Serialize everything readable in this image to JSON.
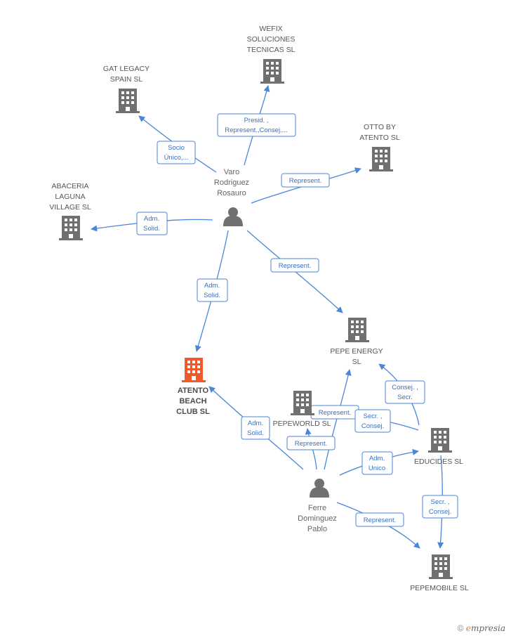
{
  "colors": {
    "edge": "#4a86d8",
    "company": "#707070",
    "focus_company": "#f05a2a",
    "person": "#707070"
  },
  "companies": [
    {
      "id": "wefix",
      "lines": [
        "WEFIX",
        "SOLUCIONES",
        "TECNICAS  SL"
      ],
      "icon": "building-icon",
      "focus": false
    },
    {
      "id": "gat",
      "lines": [
        "GAT LEGACY",
        "SPAIN  SL"
      ],
      "icon": "building-icon",
      "focus": false
    },
    {
      "id": "otto",
      "lines": [
        "OTTO BY",
        "ATENTO  SL"
      ],
      "icon": "building-icon",
      "focus": false
    },
    {
      "id": "abaceria",
      "lines": [
        "ABACERIA",
        "LAGUNA",
        "VILLAGE SL"
      ],
      "icon": "building-icon",
      "focus": false
    },
    {
      "id": "pepeenergy",
      "lines": [
        "PEPE ENERGY",
        "SL"
      ],
      "icon": "building-icon",
      "focus": false
    },
    {
      "id": "atento",
      "lines": [
        "ATENTO",
        "BEACH",
        "CLUB SL"
      ],
      "icon": "building-icon",
      "focus": true
    },
    {
      "id": "pepeworld",
      "lines": [
        "PEPEWORLD SL"
      ],
      "icon": "building-icon",
      "focus": false
    },
    {
      "id": "educides",
      "lines": [
        "EDUCIDES  SL"
      ],
      "icon": "building-icon",
      "focus": false
    },
    {
      "id": "pepemobile",
      "lines": [
        "PEPEMOBILE SL"
      ],
      "icon": "building-icon",
      "focus": false
    }
  ],
  "people": [
    {
      "id": "varo",
      "lines": [
        "Varo",
        "Rodriguez",
        "Rosauro"
      ],
      "icon": "person-icon"
    },
    {
      "id": "ferre",
      "lines": [
        "Ferre",
        "Dominguez",
        "Pablo"
      ],
      "icon": "person-icon"
    }
  ],
  "edges": [
    {
      "id": "varo-wefix",
      "label": [
        "Presid. ,",
        "Represent.,Consej...."
      ]
    },
    {
      "id": "varo-gat",
      "label": [
        "Socio",
        "Único,..."
      ]
    },
    {
      "id": "varo-otto",
      "label": [
        "Represent."
      ]
    },
    {
      "id": "varo-abaceria",
      "label": [
        "Adm.",
        "Solid."
      ]
    },
    {
      "id": "varo-pepeenergy",
      "label": [
        "Represent."
      ]
    },
    {
      "id": "varo-atento",
      "label": [
        "Adm.",
        "Solid."
      ]
    },
    {
      "id": "educides-pepeenergy",
      "label": [
        "Consej. ,",
        "Secr."
      ]
    },
    {
      "id": "ferre-atento",
      "label": [
        "Adm.",
        "Solid."
      ]
    },
    {
      "id": "ferre-pepeenergy",
      "label": [
        "Represent."
      ]
    },
    {
      "id": "ferre-pepeworld",
      "label": [
        "Represent."
      ]
    },
    {
      "id": "pepeworld-educides",
      "label": [
        "Secr. ,",
        "Consej."
      ]
    },
    {
      "id": "ferre-educides",
      "label": [
        "Adm.",
        "Unico"
      ]
    },
    {
      "id": "educides-pepemobile",
      "label": [
        "Secr. ,",
        "Consej."
      ]
    },
    {
      "id": "ferre-pepemobile",
      "label": [
        "Represent."
      ]
    }
  ],
  "footer": {
    "copyright": "©",
    "brand_initial": "e",
    "brand_rest": "mpresia"
  }
}
